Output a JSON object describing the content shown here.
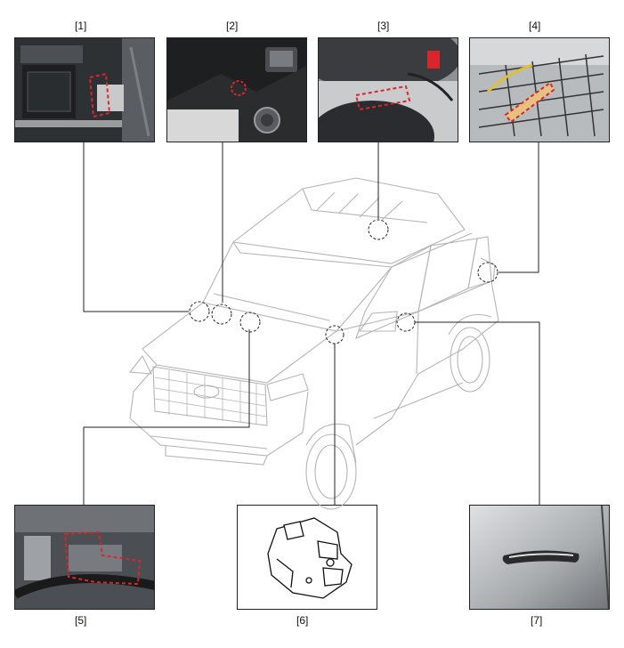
{
  "callouts": [
    {
      "id": 1,
      "label": "[1]"
    },
    {
      "id": 2,
      "label": "[2]"
    },
    {
      "id": 3,
      "label": "[3]"
    },
    {
      "id": 4,
      "label": "[4]"
    },
    {
      "id": 5,
      "label": "[5]"
    },
    {
      "id": 6,
      "label": "[6]"
    },
    {
      "id": 7,
      "label": "[7]"
    }
  ],
  "colors": {
    "highlight": "#d9262b",
    "leader_line": "#222222",
    "vehicle_outline": "#b5b5b5",
    "photo_frame": "#222222"
  },
  "icons": [
    "vehicle-line-drawing",
    "dashed-location-circle",
    "component-photo",
    "component-drawing"
  ]
}
